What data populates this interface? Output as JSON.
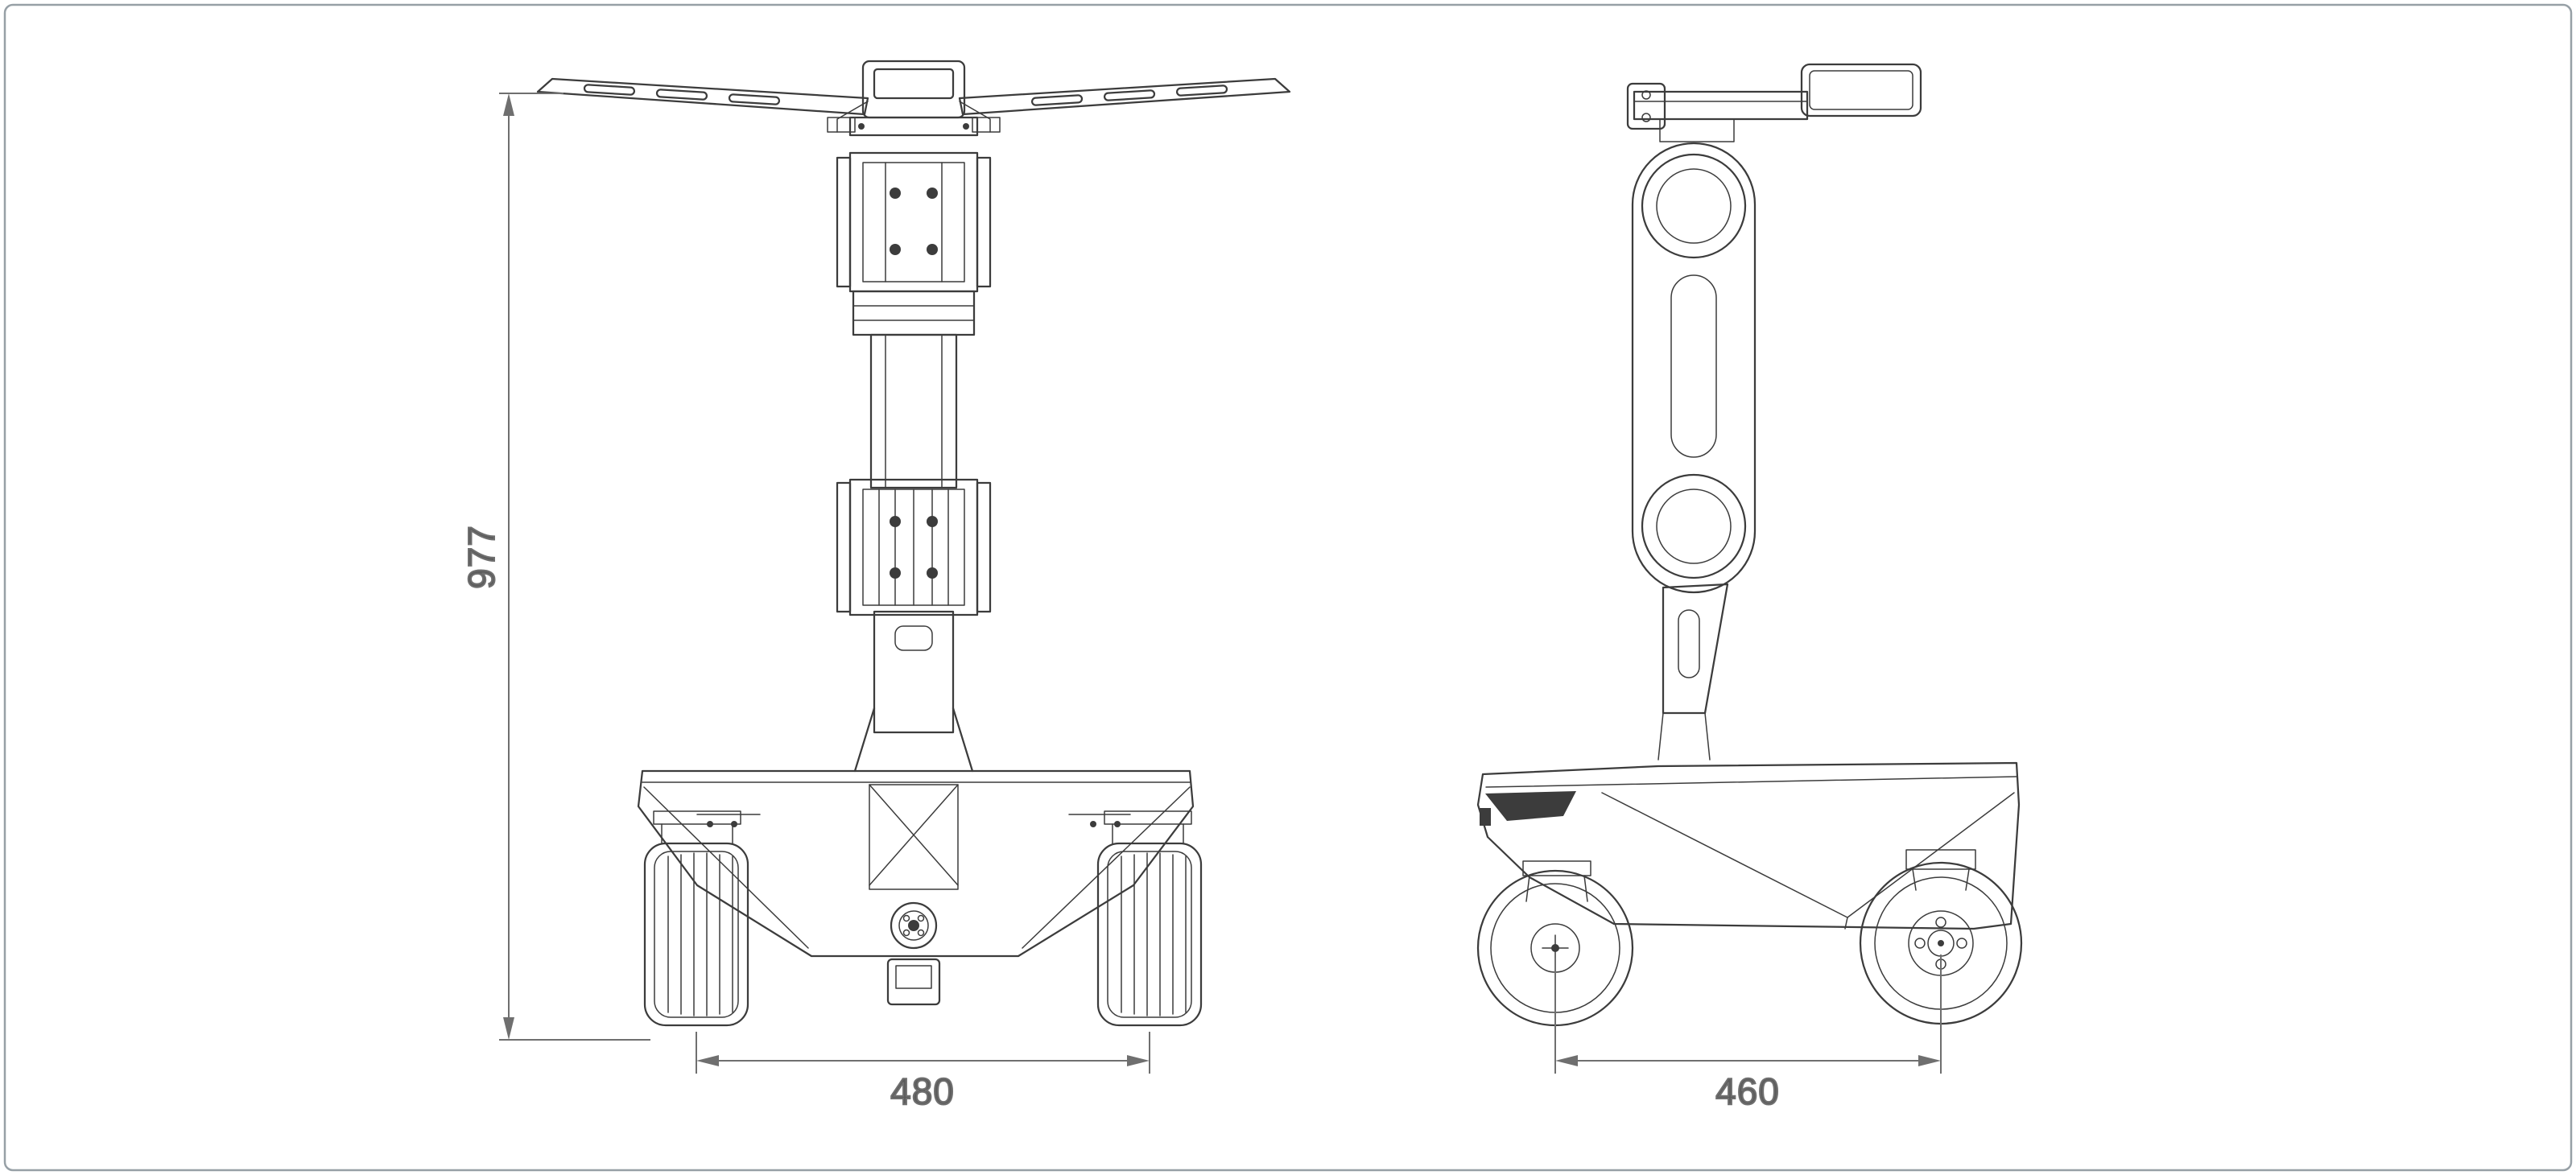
{
  "drawing": {
    "colors": {
      "line": "#3c3c3c",
      "dimension": "#6f6f6f",
      "text": "#5c5c5c",
      "border": "#97a0a6",
      "background": "#ffffff"
    },
    "dimensions": {
      "height": "977",
      "front_width": "480",
      "side_length": "460"
    }
  }
}
